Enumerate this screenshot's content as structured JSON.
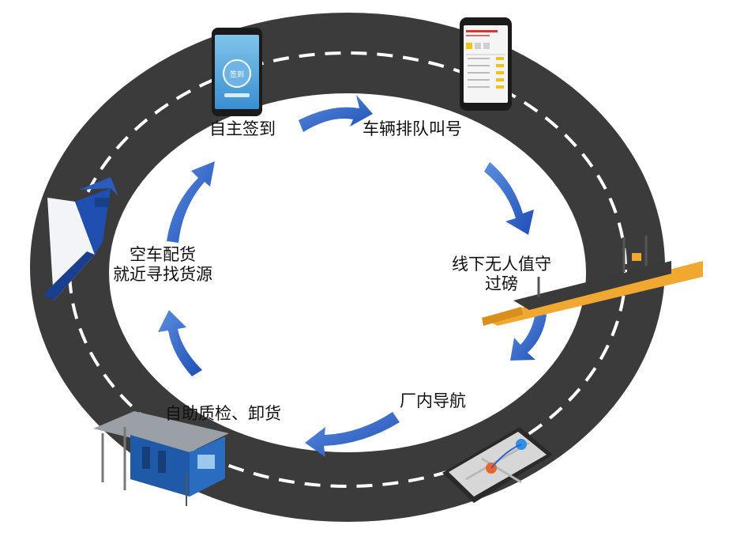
{
  "steps": [
    {
      "label": "自主签到"
    },
    {
      "label": "车辆排队叫号"
    },
    {
      "label_line1": "线下无人值守",
      "label_line2": "过磅"
    },
    {
      "label": "厂内导航"
    },
    {
      "label": "自助质检、卸货"
    },
    {
      "label_line1": "空车配货",
      "label_line2": "就近寻找货源"
    }
  ],
  "phone_signin": {
    "button_text": "签到"
  },
  "colors": {
    "road": "#3a3a3a",
    "lane_marking": "#ffffff",
    "arrow": "#2f63c8",
    "scale": "#f0a830",
    "truck": "#1f4fb0"
  },
  "icons": [
    "phone-signin-icon",
    "phone-queue-icon",
    "weighbridge-icon",
    "phone-navigation-icon",
    "inspection-booth-icon",
    "truck-icon"
  ]
}
